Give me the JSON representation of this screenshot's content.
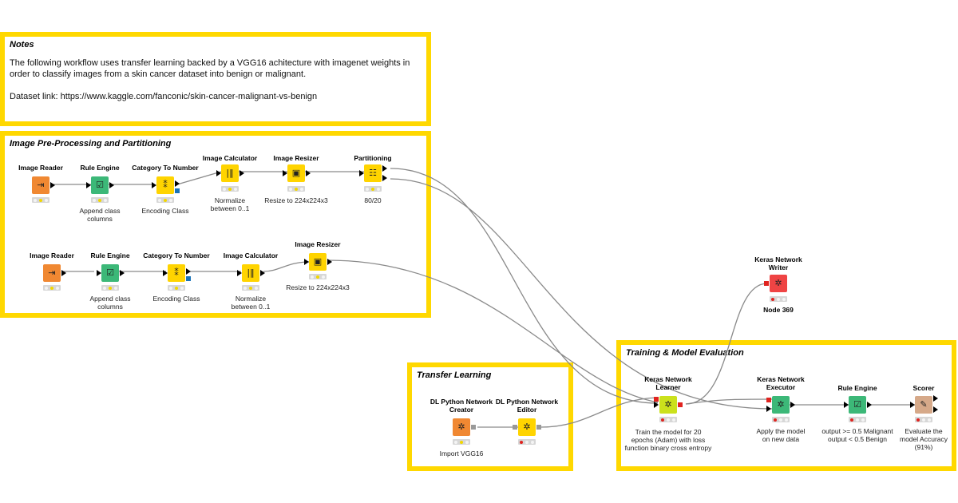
{
  "annotations": {
    "notes": {
      "title": "Notes",
      "text1": "The following workflow uses transfer learning backed by a VGG16 achitecture with imagenet weights in order to classify images from a skin cancer dataset into benign or malignant.",
      "text2": "Dataset link: https://www.kaggle.com/fanconic/skin-cancer-malignant-vs-benign"
    },
    "preprocessing": {
      "title": "Image Pre-Processing and Partitioning"
    },
    "transfer": {
      "title": "Transfer Learning"
    },
    "training": {
      "title": "Training & Model Evaluation"
    }
  },
  "colors": {
    "annotation_border": "#ffd800",
    "source": "#f08832",
    "manipulator": "#3cb878",
    "yellow_node": "#ffd400",
    "learner": "#cbe11c",
    "writer": "#ef4444",
    "scorer": "#d6a989",
    "blue_port": "#1a73b8",
    "red_port": "#e0231f",
    "gray_port": "#999999"
  },
  "nodes": [
    {
      "id": "n1",
      "title": "Image Reader",
      "label": "",
      "icon": "import-arrow-icon",
      "color": "#f08832",
      "state": [
        "off",
        "yellow",
        "off"
      ]
    },
    {
      "id": "n2",
      "title": "Rule Engine",
      "label": "Append class columns",
      "icon": "rule-check-icon",
      "color": "#3cb878",
      "state": [
        "off",
        "yellow",
        "off"
      ]
    },
    {
      "id": "n3",
      "title": "Category To Number",
      "label": "Encoding Class",
      "icon": "category-number-icon",
      "color": "#ffd400",
      "state": [
        "off",
        "yellow",
        "off"
      ]
    },
    {
      "id": "n4",
      "title": "Image Calculator",
      "label": "Normalize between 0..1",
      "icon": "image-calculator-icon",
      "color": "#ffd400",
      "state": [
        "off",
        "yellow",
        "off"
      ]
    },
    {
      "id": "n5",
      "title": "Image Resizer",
      "label": "Resize to 224x224x3",
      "icon": "image-resize-icon",
      "color": "#ffd400",
      "state": [
        "off",
        "yellow",
        "off"
      ]
    },
    {
      "id": "n6",
      "title": "Partitioning",
      "label": "80/20",
      "icon": "partition-icon",
      "color": "#ffd400",
      "state": [
        "off",
        "yellow",
        "off"
      ]
    },
    {
      "id": "m1",
      "title": "Image Reader",
      "label": "",
      "icon": "import-arrow-icon",
      "color": "#f08832",
      "state": [
        "off",
        "yellow",
        "off"
      ]
    },
    {
      "id": "m2",
      "title": "Rule Engine",
      "label": "Append class columns",
      "icon": "rule-check-icon",
      "color": "#3cb878",
      "state": [
        "off",
        "yellow",
        "off"
      ]
    },
    {
      "id": "m3",
      "title": "Category To Number",
      "label": "Encoding Class",
      "icon": "category-number-icon",
      "color": "#ffd400",
      "state": [
        "off",
        "yellow",
        "off"
      ]
    },
    {
      "id": "m4",
      "title": "Image Calculator",
      "label": "Normalize between 0..1",
      "icon": "image-calculator-icon",
      "color": "#ffd400",
      "state": [
        "off",
        "yellow",
        "off"
      ]
    },
    {
      "id": "m5",
      "title": "Image Resizer",
      "label": "Resize to 224x224x3",
      "icon": "image-resize-icon",
      "color": "#ffd400",
      "state": [
        "off",
        "yellow",
        "off"
      ]
    },
    {
      "id": "t1",
      "title": "DL Python Network Creator",
      "label": "Import VGG16",
      "icon": "network-gear-icon",
      "color": "#f08832",
      "state": [
        "off",
        "yellow",
        "off"
      ]
    },
    {
      "id": "t2",
      "title": "DL Python Network Editor",
      "label": "",
      "icon": "network-gear-icon",
      "color": "#ffd400",
      "state": [
        "red",
        "off",
        "off"
      ]
    },
    {
      "id": "k1",
      "title": "Keras Network Learner",
      "label": "Train the model for 20 epochs (Adam) with loss function binary cross entropy",
      "icon": "network-gear-icon",
      "color": "#cbe11c",
      "state": [
        "red",
        "off",
        "off"
      ]
    },
    {
      "id": "k2",
      "title": "Keras Network Executor",
      "label": "Apply the model on new data",
      "icon": "network-gear-icon",
      "color": "#3cb878",
      "state": [
        "red",
        "off",
        "off"
      ]
    },
    {
      "id": "k3",
      "title": "Rule Engine",
      "label": "output >= 0.5 Malignant output < 0.5 Benign",
      "icon": "rule-check-icon",
      "color": "#3cb878",
      "state": [
        "red",
        "off",
        "off"
      ]
    },
    {
      "id": "k4",
      "title": "Scorer",
      "label": "Evaluate the model Accuracy (91%)",
      "icon": "scorer-icon",
      "color": "#d6a989",
      "state": [
        "red",
        "off",
        "off"
      ]
    },
    {
      "id": "w1",
      "title": "Keras Network Writer",
      "label": "Node 369",
      "icon": "network-gear-icon",
      "color": "#ef4444",
      "state": [
        "red",
        "off",
        "off"
      ]
    }
  ]
}
